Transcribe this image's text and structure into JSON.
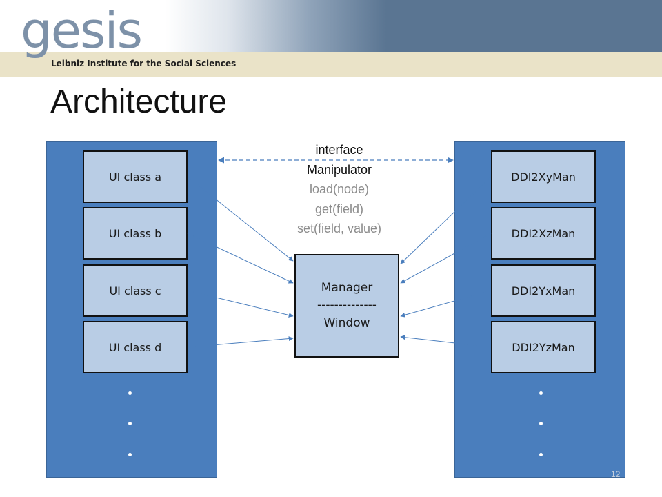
{
  "header": {
    "logo": "gesis",
    "subtitle": "Leibniz Institute for the Social Sciences"
  },
  "title": "Architecture",
  "left_panel": {
    "classes": [
      "UI class a",
      "UI class b",
      "UI class c",
      "UI class d"
    ]
  },
  "right_panel": {
    "classes": [
      "DDI2XyMan",
      "DDI2XzMan",
      "DDI2YxMan",
      "DDI2YzMan"
    ]
  },
  "manager": {
    "line1": "Manager",
    "line2": "--------------",
    "line3": "Window"
  },
  "interface": {
    "label": "interface",
    "name": "Manipulator",
    "methods": [
      "load(node)",
      "get(field)",
      "set(field, value)"
    ]
  },
  "page_number": "12",
  "colors": {
    "panel": "#4a7ebd",
    "box": "#b9cde5",
    "connector": "#4a7ebd",
    "banner": "#5a7592",
    "band": "#eae3c8"
  }
}
